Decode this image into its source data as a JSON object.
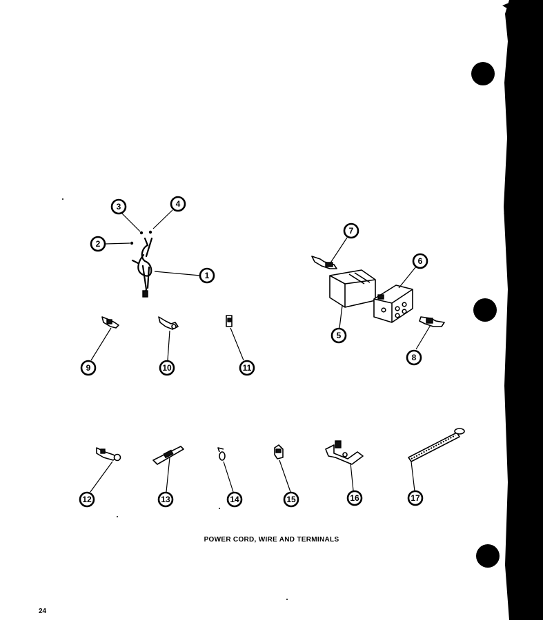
{
  "caption": "POWER CORD, WIRE AND TERMINALS",
  "page_number": "24",
  "callouts": [
    "1",
    "2",
    "3",
    "4",
    "5",
    "6",
    "7",
    "8",
    "9",
    "10",
    "11",
    "12",
    "13",
    "14",
    "15",
    "16",
    "17"
  ]
}
